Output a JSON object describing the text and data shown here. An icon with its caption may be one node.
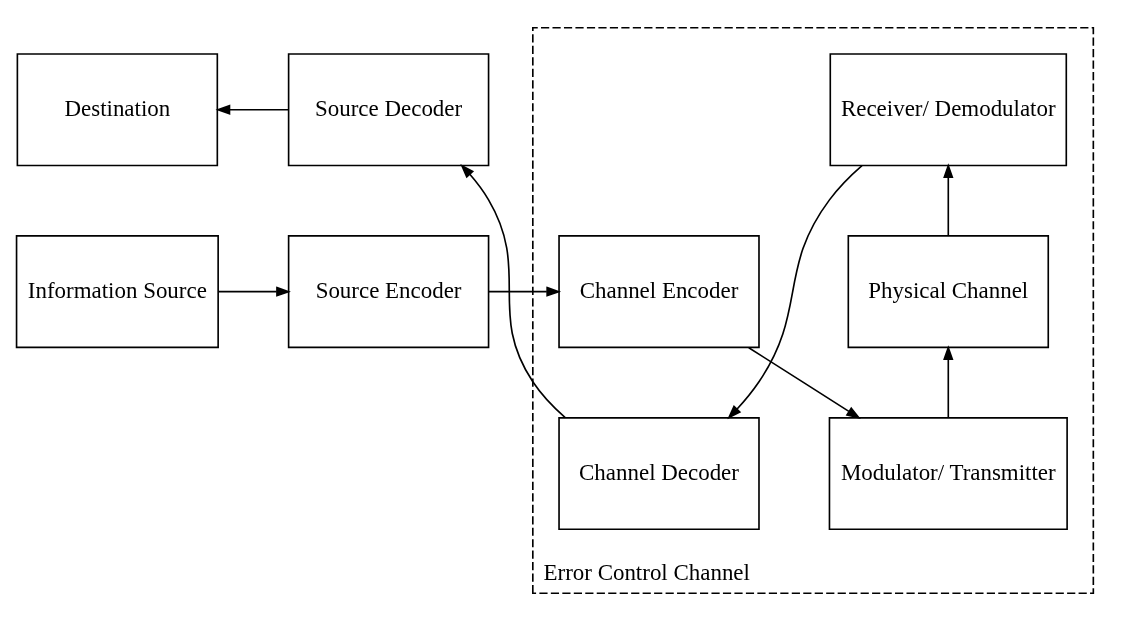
{
  "diagram": {
    "nodes": [
      {
        "text": [
          "Error Control Channel"
        ]
      },
      {
        "text": [
          "Information Source"
        ]
      },
      {
        "text": [
          "Source Encoder"
        ]
      },
      {
        "text": [
          "Channel Encoder"
        ],
        "in": 0
      },
      {
        "text": [
          "Modulator/ Transmitter"
        ],
        "in": 0
      },
      {
        "text": [
          "Physical Channel"
        ],
        "in": 0
      },
      {
        "text": [
          "Receiver/ Demodulator"
        ],
        "in": 0
      },
      {
        "text": [
          "Channel Decoder"
        ],
        "in": 0
      },
      {
        "text": [
          "Source Decoder"
        ]
      },
      {
        "text": [
          "Destination"
        ]
      }
    ],
    "edges": [
      {
        "from": 1,
        "to": 2,
        "arrow": "to"
      },
      {
        "from": 2,
        "to": 3,
        "arrow": "to"
      },
      {
        "from": 3,
        "to": 4,
        "arrow": "to"
      },
      {
        "from": 4,
        "to": 5,
        "arrow": "to"
      },
      {
        "from": 5,
        "to": 6,
        "arrow": "to"
      },
      {
        "from": 6,
        "to": 7,
        "arrow": "to"
      },
      {
        "from": 7,
        "to": 8,
        "arrow": "to"
      },
      {
        "from": 8,
        "to": 9,
        "arrow": "to"
      }
    ]
  }
}
